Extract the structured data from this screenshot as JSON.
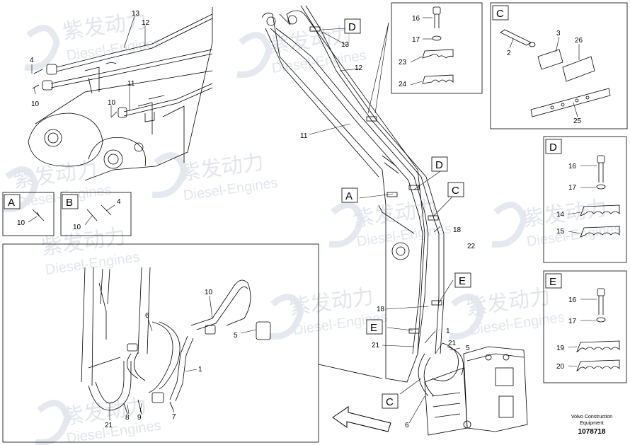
{
  "watermark": {
    "brand_cn": "紫发动力",
    "brand_en": "Diesel-Engines"
  },
  "footer": {
    "line1": "Volvo Construction",
    "line2": "Equipment",
    "drawing_id": "1078718"
  },
  "callouts": {
    "A": "A",
    "B": "B",
    "C": "C",
    "D": "D",
    "E": "E"
  },
  "parts": {
    "p1": "1",
    "p2": "2",
    "p3": "3",
    "p4": "4",
    "p5": "5",
    "p6": "6",
    "p7": "7",
    "p8": "8",
    "p9": "9",
    "p10": "10",
    "p11": "11",
    "p12": "12",
    "p13": "13",
    "p14": "14",
    "p15": "15",
    "p16": "16",
    "p17": "17",
    "p18": "18",
    "p19": "19",
    "p20": "20",
    "p21": "21",
    "p22": "22",
    "p23": "23",
    "p24": "24",
    "p25": "25",
    "p26": "26"
  }
}
